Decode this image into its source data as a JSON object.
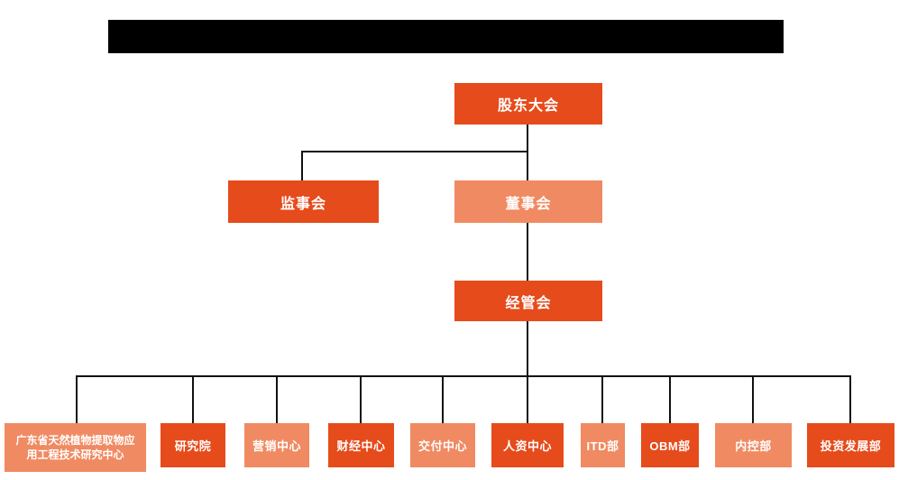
{
  "colors": {
    "primary_box": "#E64B1C",
    "secondary_box": "#F08A62",
    "connector_line": "#111111",
    "box_text": "#FFFFFF",
    "redaction_bar": "#000000",
    "background": "#FFFFFF"
  },
  "org_chart": {
    "root": {
      "label": "股东大会",
      "variant": "primary"
    },
    "level2": [
      {
        "label": "监事会",
        "variant": "primary"
      },
      {
        "label": "董事会",
        "variant": "secondary"
      }
    ],
    "level3": {
      "label": "经管会",
      "variant": "primary"
    },
    "departments": [
      {
        "label": "广东省天然植物提取物应用工程技术研究中心",
        "variant": "secondary"
      },
      {
        "label": "研究院",
        "variant": "primary"
      },
      {
        "label": "营销中心",
        "variant": "secondary"
      },
      {
        "label": "财经中心",
        "variant": "primary"
      },
      {
        "label": "交付中心",
        "variant": "secondary"
      },
      {
        "label": "人资中心",
        "variant": "primary"
      },
      {
        "label": "ITD部",
        "variant": "secondary"
      },
      {
        "label": "OBM部",
        "variant": "primary"
      },
      {
        "label": "内控部",
        "variant": "secondary"
      },
      {
        "label": "投资发展部",
        "variant": "primary"
      }
    ]
  }
}
